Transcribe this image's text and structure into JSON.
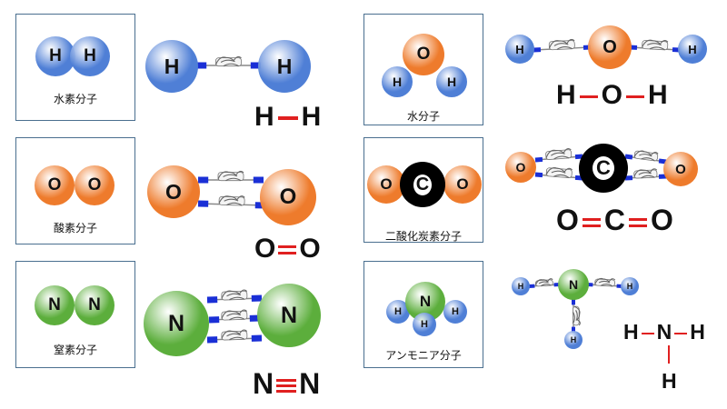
{
  "labels": {
    "h2": "水素分子",
    "o2": "酸素分子",
    "n2": "窒素分子",
    "h2o": "水分子",
    "co2": "二酸化炭素分子",
    "nh3": "アンモニア分子"
  },
  "symbols": {
    "H": "H",
    "O": "O",
    "N": "N",
    "C": "C"
  },
  "colors": {
    "hydrogen": "#4f7fd6",
    "oxygen": "#ee7b2c",
    "nitrogen": "#5cae3c",
    "carbon": "#000000",
    "bond_red": "#e02020",
    "connector_blue": "#1a2fd6",
    "box_border": "#4a6f8f"
  }
}
